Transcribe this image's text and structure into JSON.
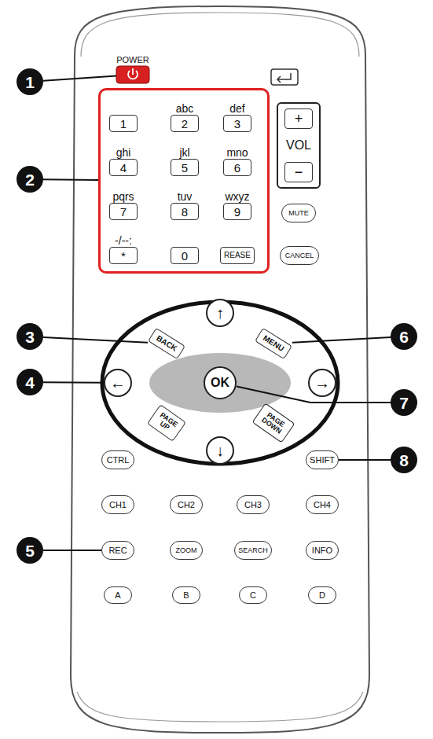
{
  "diagram": {
    "nodes": [
      {
        "text": [
          "POWER"
        ]
      },
      {
        "text": []
      },
      {
        "text": [
          "1"
        ],
        "in": 1
      },
      {
        "text": [
          "abc",
          "2"
        ],
        "in": 1
      },
      {
        "text": [
          "def",
          "3"
        ],
        "in": 1
      },
      {
        "text": [
          "ghi",
          "4"
        ],
        "in": 1
      },
      {
        "text": [
          "jkl",
          "5"
        ],
        "in": 1
      },
      {
        "text": [
          "mno",
          "6"
        ],
        "in": 1
      },
      {
        "text": [
          "pqrs",
          "7"
        ],
        "in": 1
      },
      {
        "text": [
          "tuv",
          "8"
        ],
        "in": 1
      },
      {
        "text": [
          "wxyz",
          "9"
        ],
        "in": 1
      },
      {
        "text": [
          "-/--:",
          "*"
        ],
        "in": 1
      },
      {
        "text": [
          "0"
        ],
        "in": 1
      },
      {
        "text": [
          "REASE"
        ],
        "in": 1
      },
      {
        "text": [
          "VOL"
        ]
      },
      {
        "text": [
          "+"
        ],
        "in": 14
      },
      {
        "text": [
          "−"
        ],
        "in": 14
      },
      {
        "text": [
          "MUTE"
        ]
      },
      {
        "text": [
          "CANCEL"
        ]
      },
      {
        "text": [
          "↑"
        ]
      },
      {
        "text": [
          "BACK"
        ]
      },
      {
        "text": [
          "MENU"
        ]
      },
      {
        "text": [
          "←"
        ]
      },
      {
        "text": [
          "OK"
        ]
      },
      {
        "text": [
          "→"
        ]
      },
      {
        "text": [
          "PAGE UP"
        ]
      },
      {
        "text": [
          "PAGE DOWN"
        ]
      },
      {
        "text": [
          "↓"
        ]
      },
      {
        "text": [
          "CTRL"
        ]
      },
      {
        "text": [
          "SHIFT"
        ]
      },
      {
        "text": [
          "CH1"
        ]
      },
      {
        "text": [
          "CH2"
        ]
      },
      {
        "text": [
          "CH3"
        ]
      },
      {
        "text": [
          "CH4"
        ]
      },
      {
        "text": [
          "REC"
        ]
      },
      {
        "text": [
          "ZOOM"
        ]
      },
      {
        "text": [
          "SEARCH"
        ]
      },
      {
        "text": [
          "INFO"
        ]
      },
      {
        "text": [
          "A"
        ]
      },
      {
        "text": [
          "B"
        ]
      },
      {
        "text": [
          "C"
        ]
      },
      {
        "text": [
          "D"
        ]
      },
      {
        "text": [
          "1"
        ]
      },
      {
        "text": [
          "2"
        ]
      },
      {
        "text": [
          "3"
        ]
      },
      {
        "text": [
          "4"
        ]
      },
      {
        "text": [
          "5"
        ]
      },
      {
        "text": [
          "6"
        ]
      },
      {
        "text": [
          "7"
        ]
      },
      {
        "text": [
          "8"
        ]
      }
    ],
    "edges": [
      {
        "from": 42,
        "to": 0,
        "arrow": "none"
      },
      {
        "from": 43,
        "to": 1,
        "arrow": "none"
      },
      {
        "from": 44,
        "to": 20,
        "arrow": "none"
      },
      {
        "from": 45,
        "to": 22,
        "arrow": "none"
      },
      {
        "from": 46,
        "to": 34,
        "arrow": "none"
      },
      {
        "from": 47,
        "to": 21,
        "arrow": "none"
      },
      {
        "from": 48,
        "to": 23,
        "arrow": "none"
      },
      {
        "from": 49,
        "to": 29,
        "arrow": "none"
      }
    ]
  }
}
